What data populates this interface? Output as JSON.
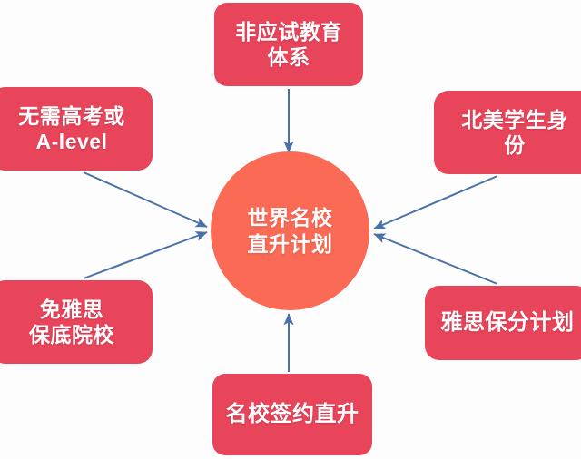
{
  "diagram": {
    "title": "世界名校直升计划",
    "background_color": "#fdfdfd",
    "hub": {
      "label": "世界名校\n直升计划",
      "color": "#fa6a55",
      "shape": "circle"
    },
    "edge_color": "#4a72a8",
    "node_color": "#e8455b",
    "node_text_color": "#ffffff",
    "nodes": [
      {
        "id": "top",
        "label": "非应试教育\n体系",
        "position": "top"
      },
      {
        "id": "upleft",
        "label": "无需高考或\nA-level",
        "position": "upper-left"
      },
      {
        "id": "upright",
        "label": "北美学生身\n份",
        "position": "upper-right"
      },
      {
        "id": "lowleft",
        "label": "免雅思\n保底院校",
        "position": "lower-left"
      },
      {
        "id": "lowright",
        "label": "雅思保分计划",
        "position": "lower-right"
      },
      {
        "id": "bottom",
        "label": "名校签约直升",
        "position": "bottom"
      }
    ],
    "edges": [
      {
        "from": "top",
        "to": "hub",
        "direction": "to-hub"
      },
      {
        "from": "upleft",
        "to": "hub",
        "direction": "to-hub"
      },
      {
        "from": "upright",
        "to": "hub",
        "direction": "to-hub"
      },
      {
        "from": "lowleft",
        "to": "hub",
        "direction": "to-hub"
      },
      {
        "from": "lowright",
        "to": "hub",
        "direction": "to-hub"
      },
      {
        "from": "bottom",
        "to": "hub",
        "direction": "to-hub"
      }
    ]
  }
}
